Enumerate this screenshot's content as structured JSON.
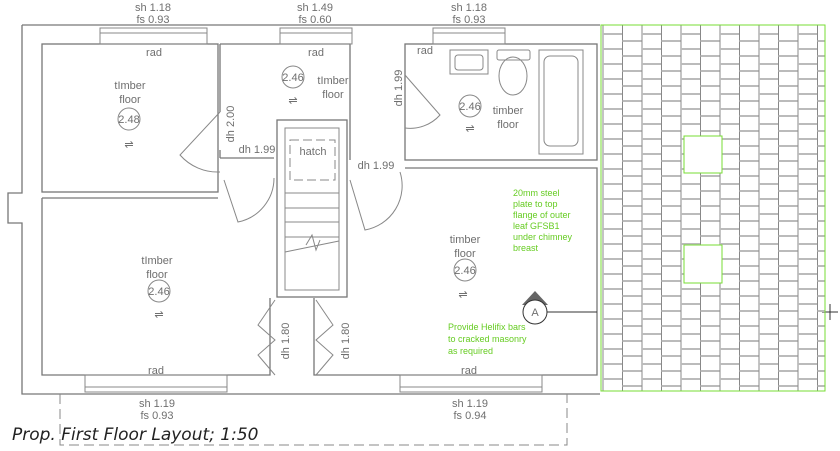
{
  "title": "Prop. First Floor Layout; 1:50",
  "windows_top": [
    {
      "sh": "sh 1.18",
      "fs": "fs  0.93"
    },
    {
      "sh": "sh 1.49",
      "fs": "fs  0.60"
    },
    {
      "sh": "sh 1.18",
      "fs": "fs  0.93"
    }
  ],
  "windows_bottom": [
    {
      "sh": "sh 1.19",
      "fs": "fs  0.93"
    },
    {
      "sh": "sh 1.19",
      "fs": "fs  0.94"
    }
  ],
  "rooms": [
    {
      "floor1": "tImber",
      "floor2": "floor",
      "height": "2.48",
      "rad": "rad"
    },
    {
      "floor1": "tImber",
      "floor2": "floor",
      "height": "2.46",
      "rad": "rad"
    },
    {
      "floor1": "timber",
      "floor2": "floor",
      "height": "2.46",
      "rad": "rad"
    },
    {
      "floor1": "tImber",
      "floor2": "floor",
      "height": "2.46",
      "rad": "rad"
    },
    {
      "floor1": "timber",
      "floor2": "floor",
      "height": "2.46",
      "rad": "rad"
    }
  ],
  "doors": [
    "dh 2.00",
    "dh 1.99",
    "dh 1.99",
    "dh 1.99",
    "dh 1.80",
    "dh 1.80"
  ],
  "hatch": "hatch",
  "section_marker": "A",
  "notes": {
    "steel": [
      "20mm steel",
      "plate to top",
      "flange of outer",
      "leaf GFSB1",
      "under chimney",
      "breast"
    ],
    "helifix": [
      "Provide Helifix bars",
      "to cracked masonry",
      "as required"
    ]
  },
  "colors": {
    "note": "#66cc22",
    "line": "#777777"
  }
}
